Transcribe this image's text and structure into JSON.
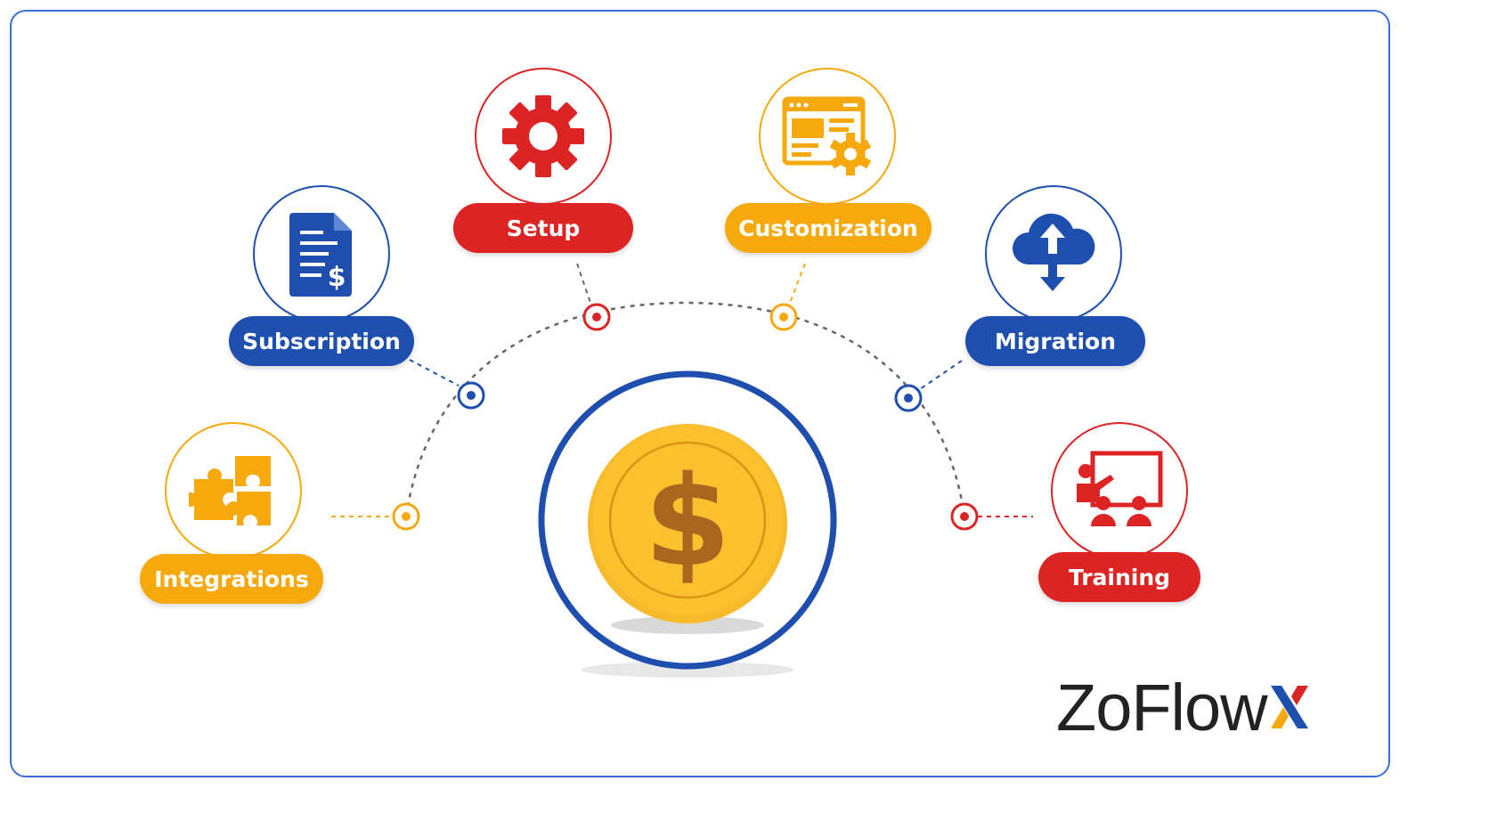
{
  "brand": {
    "name": "ZoFlow",
    "mark": "X"
  },
  "center": {
    "icon": "dollar-coin-icon",
    "symbol": "$"
  },
  "nodes": [
    {
      "id": "integrations",
      "label": "Integrations",
      "icon": "puzzle-icon",
      "color": "#f5a90d"
    },
    {
      "id": "subscription",
      "label": "Subscription",
      "icon": "invoice-document-icon",
      "color": "#1e4fae"
    },
    {
      "id": "setup",
      "label": "Setup",
      "icon": "gear-icon",
      "color": "#dd2424"
    },
    {
      "id": "customization",
      "label": "Customization",
      "icon": "browser-settings-icon",
      "color": "#f5a90d"
    },
    {
      "id": "migration",
      "label": "Migration",
      "icon": "cloud-transfer-icon",
      "color": "#1e4fae"
    },
    {
      "id": "training",
      "label": "Training",
      "icon": "presentation-icon",
      "color": "#dd2424"
    }
  ]
}
